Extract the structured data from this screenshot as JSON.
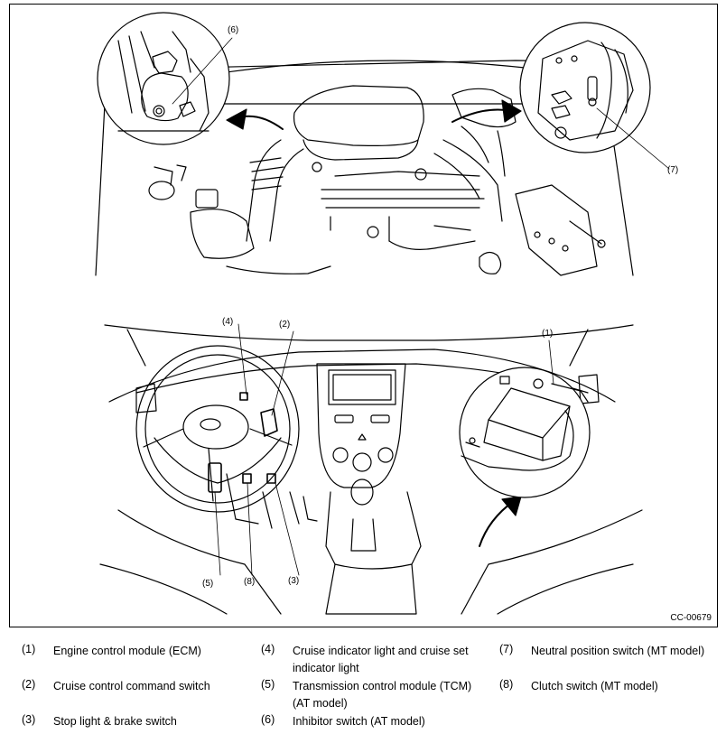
{
  "figure": {
    "code": "CC-00679",
    "callouts": [
      "(1)",
      "(2)",
      "(3)",
      "(4)",
      "(5)",
      "(6)",
      "(7)",
      "(8)"
    ]
  },
  "legend": [
    {
      "number": "(1)",
      "text": "Engine control module (ECM)"
    },
    {
      "number": "(2)",
      "text": "Cruise control command switch"
    },
    {
      "number": "(3)",
      "text": "Stop light & brake switch"
    },
    {
      "number": "(4)",
      "text": "Cruise indicator light and cruise set indicator light"
    },
    {
      "number": "(5)",
      "text": "Transmission control module (TCM) (AT model)"
    },
    {
      "number": "(6)",
      "text": "Inhibitor switch (AT model)"
    },
    {
      "number": "(7)",
      "text": "Neutral position switch (MT model)"
    },
    {
      "number": "(8)",
      "text": "Clutch switch (MT model)"
    }
  ]
}
